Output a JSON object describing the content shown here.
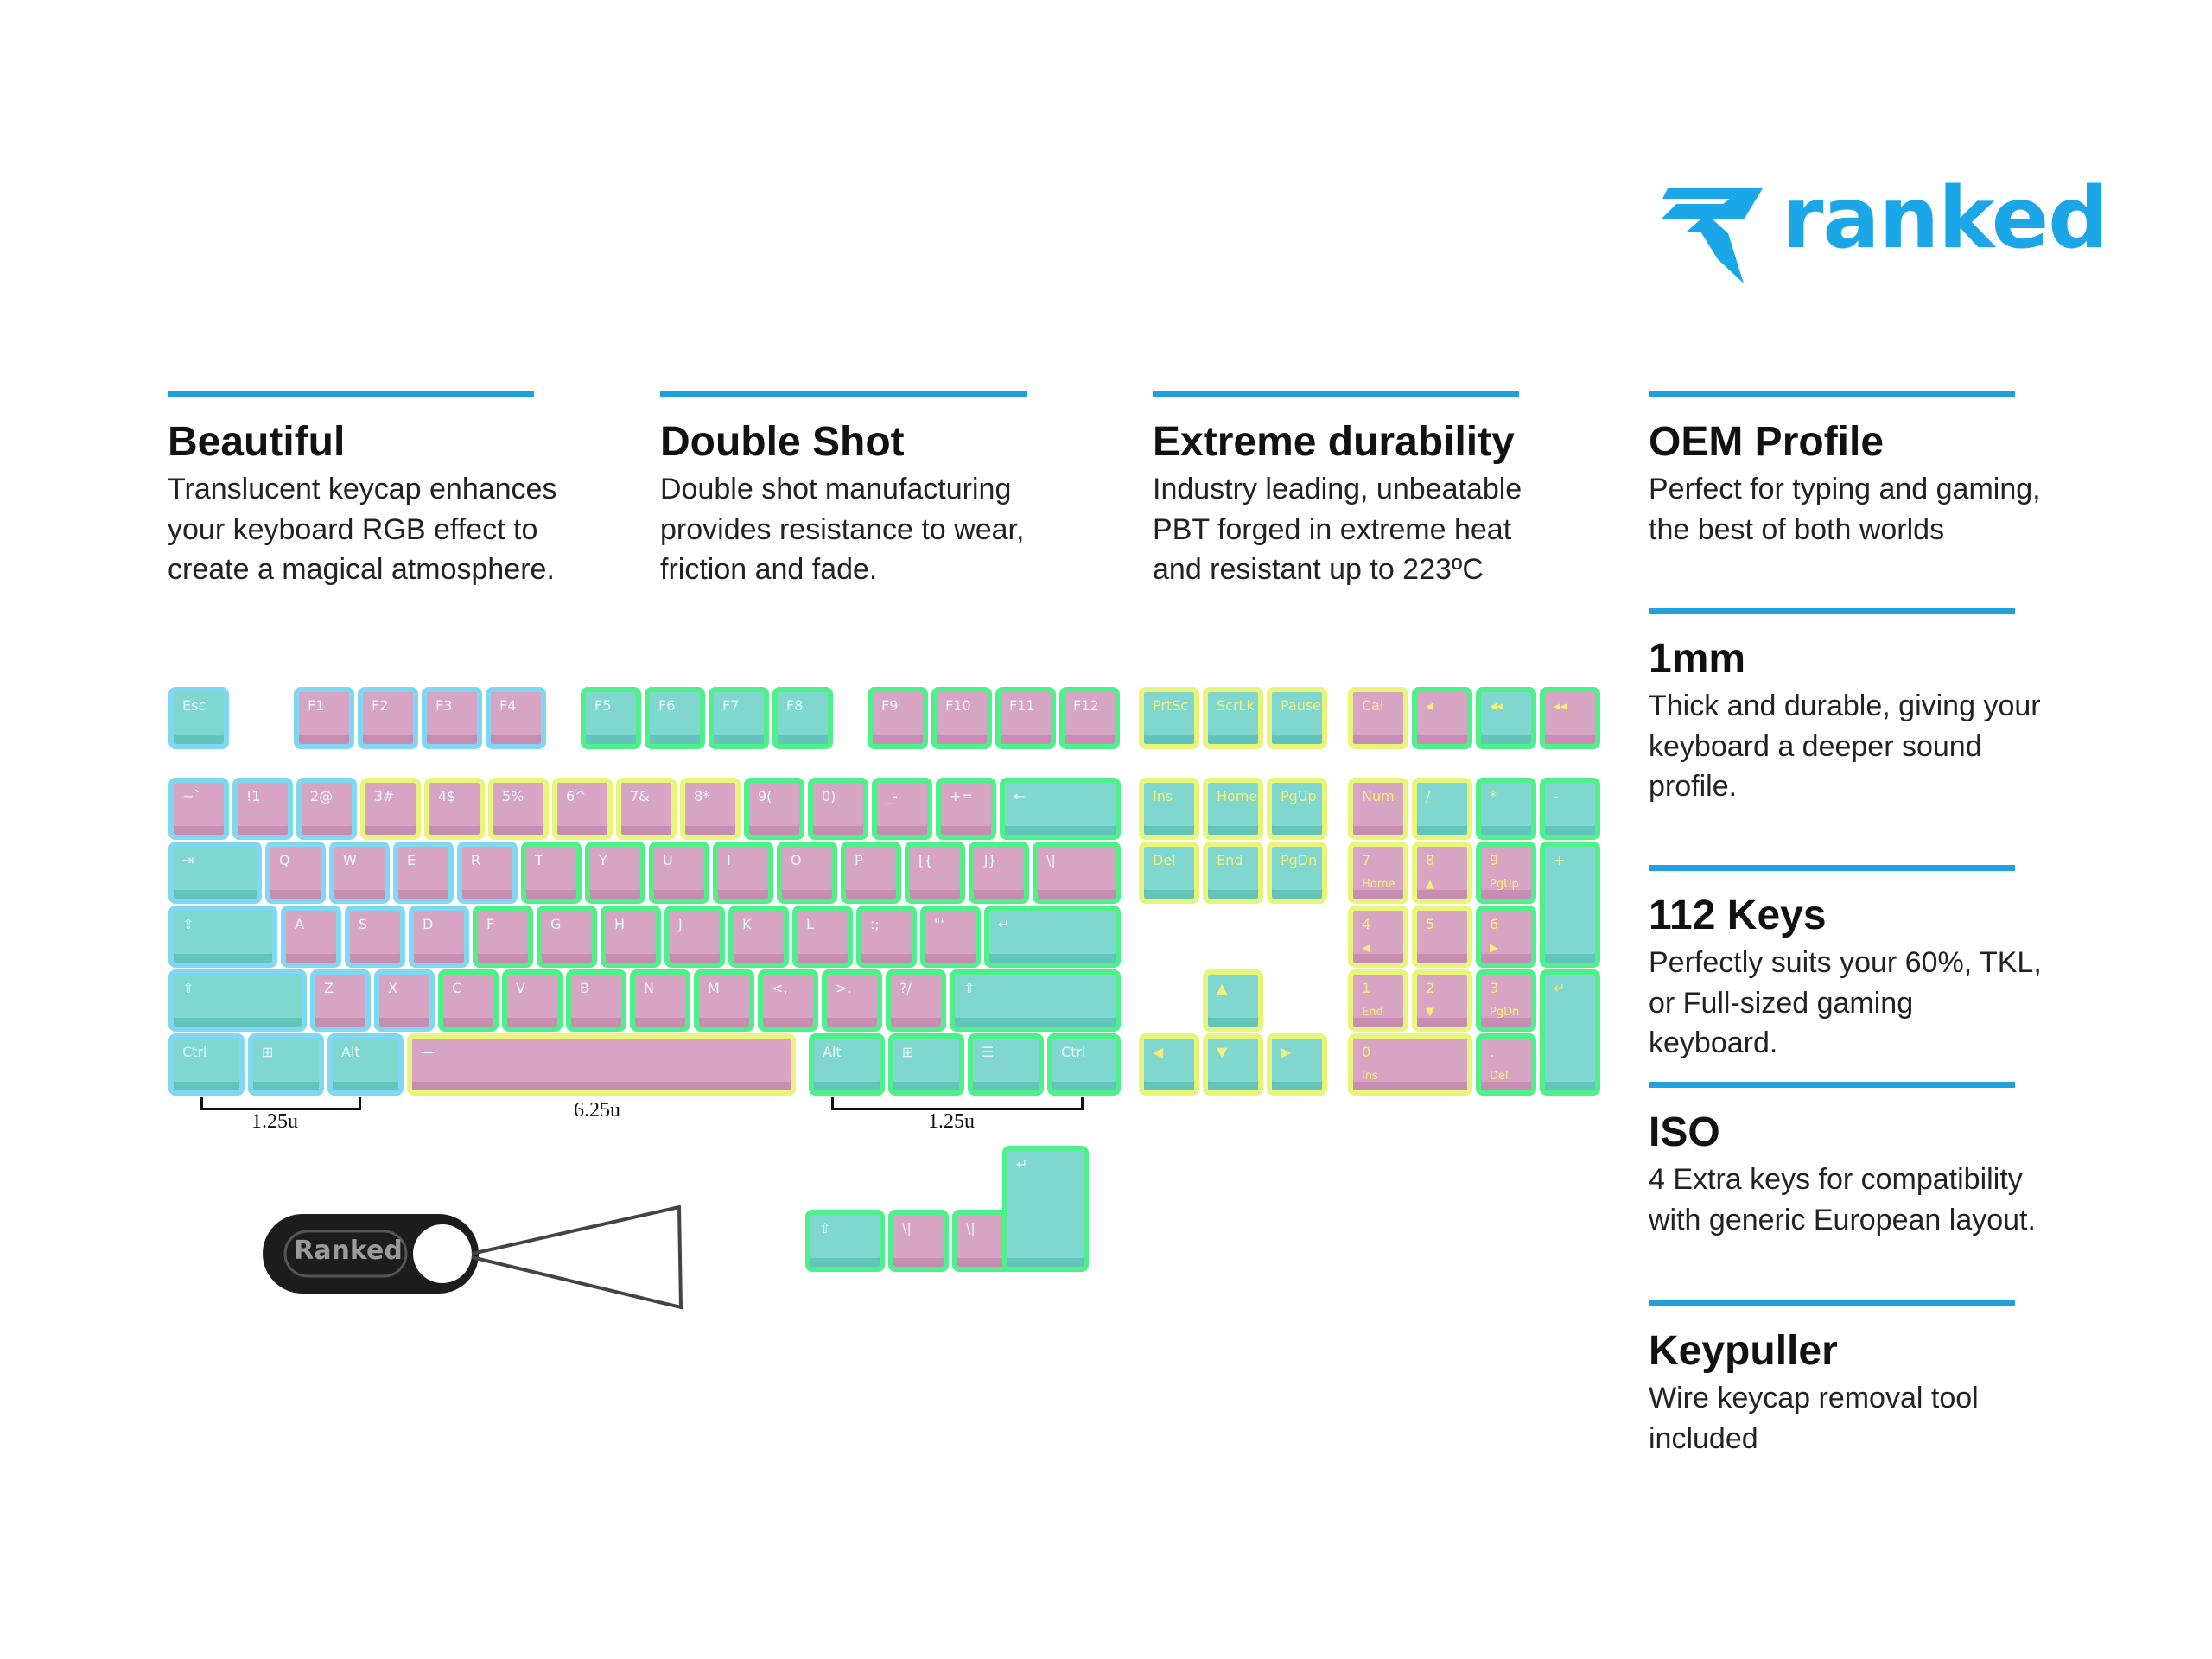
{
  "brand": {
    "name": "ranked",
    "color": "#1ba6e8",
    "logo_icon": "ranked-r-logo-icon"
  },
  "features": [
    {
      "id": "beautiful",
      "title": "Beautiful",
      "body": "Translucent keycap enhances\nyour keyboard RGB effect to\ncreate a magical atmosphere."
    },
    {
      "id": "double-shot",
      "title": "Double Shot",
      "body": "Double shot manufacturing\nprovides resistance to wear,\nfriction and fade."
    },
    {
      "id": "durability",
      "title": "Extreme durability",
      "body": "Industry leading, unbeatable\nPBT forged in extreme heat\nand resistant up to 223ºC"
    },
    {
      "id": "oem",
      "title": "OEM Profile",
      "body": "Perfect for typing and gaming,\nthe best of both worlds"
    },
    {
      "id": "thickness",
      "title": "1mm",
      "body": "Thick and durable, giving your\nkeyboard a deeper sound\nprofile."
    },
    {
      "id": "keys",
      "title": "112 Keys",
      "body": "Perfectly suits your 60%, TKL,\nor Full-sized gaming keyboard."
    },
    {
      "id": "iso",
      "title": "ISO",
      "body": "4 Extra keys for compatibility\nwith generic European layout."
    },
    {
      "id": "keypuller",
      "title": "Keypuller",
      "body": "Wire keycap removal tool\nincluded"
    }
  ],
  "dimensions": {
    "left_mod": "1.25u",
    "space": "6.25u",
    "right_mod": "1.25u"
  },
  "keypuller": {
    "label": "Ranked"
  },
  "colors": {
    "accent": "#1ea0dc",
    "pink": "#d8a4c4",
    "mint": "#7fd7cf",
    "glow_green": "#4ff08a",
    "glow_yellow": "#e8f57a",
    "glow_blue": "#7fd8f0"
  },
  "keyboard": {
    "f_row": [
      "Esc",
      "F1",
      "F2",
      "F3",
      "F4",
      "F5",
      "F6",
      "F7",
      "F8",
      "F9",
      "F10",
      "F11",
      "F12"
    ],
    "nav_top": [
      "PrtSc",
      "ScrLk",
      "Pause"
    ],
    "media": [
      "Cal",
      "◂",
      "◂◂",
      "◂◂"
    ],
    "num_row": [
      "~`",
      "!1",
      "2@",
      "3#",
      "4$",
      "5%",
      "6^",
      "7&",
      "8*",
      "9(",
      "0)",
      "_-",
      "+=",
      "←"
    ],
    "q_row": [
      "⇥",
      "Q",
      "W",
      "E",
      "R",
      "T",
      "Y",
      "U",
      "I",
      "O",
      "P",
      "[{",
      "]}",
      "\\|"
    ],
    "a_row": [
      "⇪",
      "A",
      "S",
      "D",
      "F",
      "G",
      "H",
      "J",
      "K",
      "L",
      ":;",
      "\"'",
      "↵"
    ],
    "z_row": [
      "⇧",
      "Z",
      "X",
      "C",
      "V",
      "B",
      "N",
      "M",
      "<,",
      ">.",
      "?/",
      "⇧"
    ],
    "bottom": [
      "Ctrl",
      "⊞",
      "Alt",
      "—",
      "Alt",
      "⊞",
      "☰",
      "Ctrl"
    ],
    "nav1": [
      "Ins",
      "Home",
      "PgUp"
    ],
    "nav2": [
      "Del",
      "End",
      "PgDn"
    ],
    "arrows": [
      "▲",
      "◀",
      "▼",
      "▶"
    ],
    "numpad_top": [
      "Num",
      "/",
      "*",
      "-"
    ],
    "np_7": "7",
    "np_7_sub": "Home",
    "np_8": "8",
    "np_8_sub": "▲",
    "np_9": "9",
    "np_9_sub": "PgUp",
    "np_plus": "+",
    "np_4": "4",
    "np_4_sub": "◀",
    "np_5": "5",
    "np_6": "6",
    "np_6_sub": "▶",
    "np_1": "1",
    "np_1_sub": "End",
    "np_2": "2",
    "np_2_sub": "▼",
    "np_3": "3",
    "np_3_sub": "PgDn",
    "np_enter": "↵",
    "np_0": "0",
    "np_0_sub": "Ins",
    "np_dot": ".",
    "np_dot_sub": "Del",
    "iso": [
      "⇧",
      "\\|",
      "\\|",
      "↵"
    ]
  }
}
